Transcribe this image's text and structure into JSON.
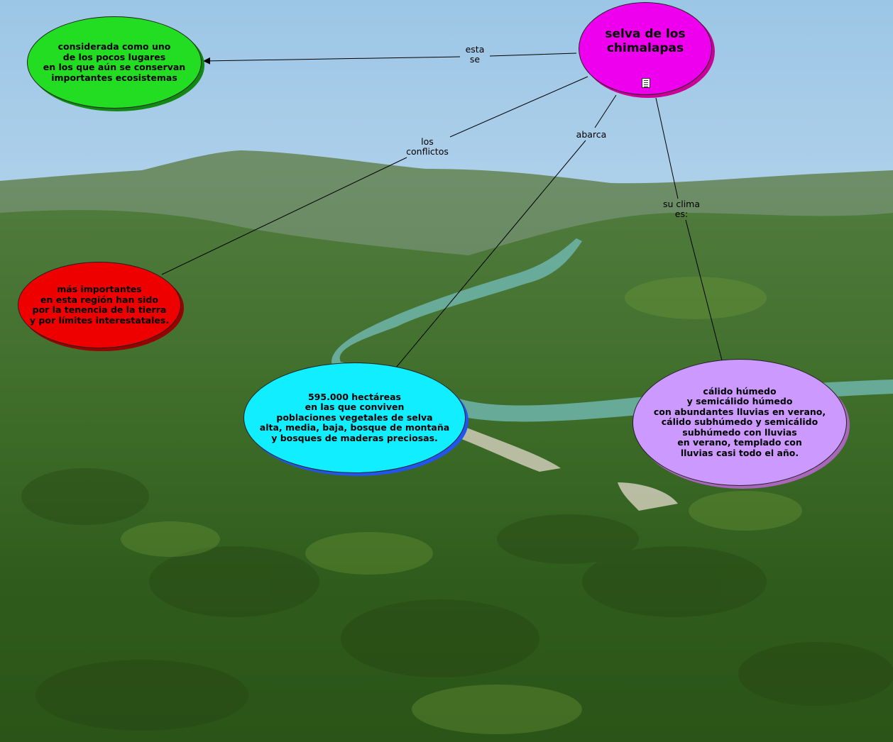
{
  "colors": {
    "root": "#ee00ee",
    "green": "#22dd22",
    "red": "#ee0000",
    "cyan": "#11eeff",
    "purple": "#cc99ff"
  },
  "nodes": {
    "root": "selva de los\nchimalapas",
    "green": "considerada como uno\nde los pocos lugares\nen los que aún se conservan\nimportantes ecosistemas",
    "red": "más importantes\nen esta región han sido\npor la tenencia de la tierra\ny por límites interestatales.",
    "cyan": "595.000 hectáreas\nen las que conviven\npoblaciones vegetales de selva\nalta, media, baja, bosque de montaña\ny bosques de maderas preciosas.",
    "purple": "cálido húmedo\ny semicálido húmedo\ncon abundantes lluvias en verano,\ncálido subhúmedo y semicálido\nsubhúmedo con lluvias\nen verano, templado con\nlluvias casi todo el año."
  },
  "links": {
    "esta_se": "esta\nse",
    "los_conflictos": "los\nconflictos",
    "abarca": "abarca",
    "su_clima": "su clima\nes:"
  },
  "icons": {
    "note": "document-icon"
  }
}
